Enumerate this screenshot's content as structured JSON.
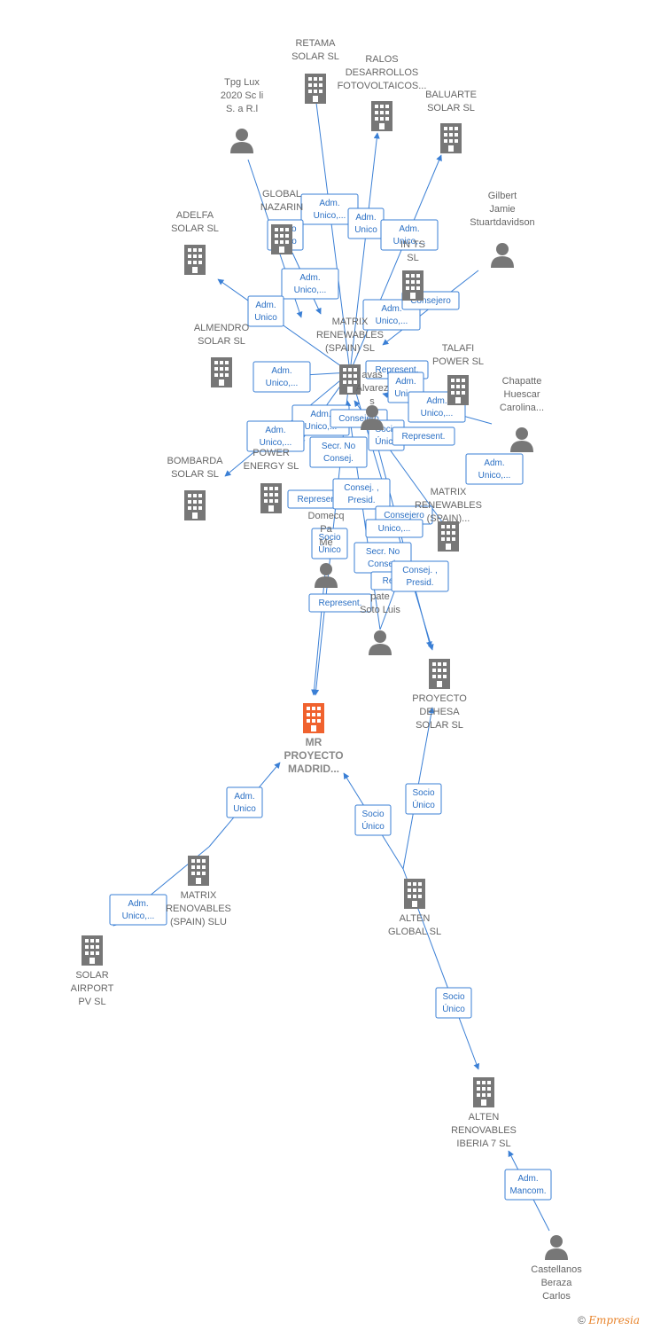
{
  "colors": {
    "edge": "#3a7fd5",
    "company": "#777777",
    "main_company": "#f0622e",
    "person": "#777777"
  },
  "nodes": [
    {
      "id": "retama",
      "type": "company",
      "lines": [
        "RETAMA",
        "SOLAR  SL"
      ]
    },
    {
      "id": "ralos",
      "type": "company",
      "lines": [
        "RALOS",
        "DESARROLLOS",
        "FOTOVOLTAICOS..."
      ]
    },
    {
      "id": "baluarte",
      "type": "company",
      "lines": [
        "BALUARTE",
        "SOLAR  SL"
      ]
    },
    {
      "id": "tpg",
      "type": "person",
      "lines": [
        "Tpg Lux",
        "2020 Sc li",
        "S. a R.l"
      ]
    },
    {
      "id": "gilbert",
      "type": "person",
      "lines": [
        "Gilbert",
        "Jamie",
        "Stuartdavidson"
      ]
    },
    {
      "id": "adelfa",
      "type": "company",
      "lines": [
        "ADELFA",
        "SOLAR  SL"
      ]
    },
    {
      "id": "global_nazarin",
      "type": "company",
      "lines": [
        "GLOBAL",
        "NAZARIN"
      ]
    },
    {
      "id": "invest",
      "type": "company",
      "lines": [
        "IN          TS",
        "SL"
      ]
    },
    {
      "id": "matrix_main",
      "type": "company",
      "lines": [
        "MATRIX",
        "RENEWABLES",
        "(SPAIN)  SL"
      ]
    },
    {
      "id": "almendro",
      "type": "company",
      "lines": [
        "ALMENDRO",
        "SOLAR  SL"
      ]
    },
    {
      "id": "talafi",
      "type": "company",
      "lines": [
        "TALAFI",
        "POWER  SL"
      ]
    },
    {
      "id": "chapatte",
      "type": "person",
      "lines": [
        "Chapatte",
        "Huescar",
        "Carolina..."
      ]
    },
    {
      "id": "bombarda",
      "type": "company",
      "lines": [
        "BOMBARDA",
        "SOLAR  SL"
      ]
    },
    {
      "id": "power_energy",
      "type": "company",
      "lines": [
        "POWER",
        "ENERGY  SL"
      ]
    },
    {
      "id": "navas",
      "type": "person",
      "lines": [
        "avas",
        "Alvarez",
        "s"
      ]
    },
    {
      "id": "matrix_spain2",
      "type": "company",
      "lines": [
        "MATRIX",
        "RENEWABLES",
        "(SPAIN)..."
      ]
    },
    {
      "id": "domecq",
      "type": "person",
      "lines": [
        "Domecq",
        "Pa",
        "Me"
      ]
    },
    {
      "id": "soto",
      "type": "person",
      "lines": [
        "pate",
        "Soto Luis"
      ]
    },
    {
      "id": "dehesa",
      "type": "company",
      "lines": [
        "PROYECTO",
        "DEHESA",
        "SOLAR  SL"
      ]
    },
    {
      "id": "mr_madrid",
      "type": "main",
      "lines": [
        "MR",
        "PROYECTO",
        "MADRID..."
      ]
    },
    {
      "id": "matrix_slu",
      "type": "company",
      "lines": [
        "MATRIX",
        "RENOVABLES",
        "(SPAIN) SLU"
      ]
    },
    {
      "id": "alten_global",
      "type": "company",
      "lines": [
        "ALTEN",
        "GLOBAL  SL"
      ]
    },
    {
      "id": "solar_airport",
      "type": "company",
      "lines": [
        "SOLAR",
        "AIRPORT",
        "PV  SL"
      ]
    },
    {
      "id": "alten_iberia",
      "type": "company",
      "lines": [
        "ALTEN",
        "RENOVABLES",
        "IBERIA 7  SL"
      ]
    },
    {
      "id": "castellanos",
      "type": "person",
      "lines": [
        "Castellanos",
        "Beraza",
        "Carlos"
      ]
    }
  ],
  "edge_labels": [
    {
      "id": "el1",
      "lines": [
        "Adm.",
        "Unico,..."
      ]
    },
    {
      "id": "el2",
      "lines": [
        "Adm.",
        "Unico"
      ]
    },
    {
      "id": "el3",
      "lines": [
        "Socio",
        "Único"
      ]
    },
    {
      "id": "el4",
      "lines": [
        "Adm.",
        "Unico,..."
      ]
    },
    {
      "id": "el5",
      "lines": [
        "Adm.",
        "Unico"
      ]
    },
    {
      "id": "el6",
      "lines": [
        "Adm.",
        "Unico,..."
      ]
    },
    {
      "id": "el7",
      "lines": [
        "Adm.",
        "Unico,..."
      ]
    },
    {
      "id": "el8",
      "lines": [
        "Consejero"
      ]
    },
    {
      "id": "el9",
      "lines": [
        "Adm.",
        "Unico,..."
      ]
    },
    {
      "id": "el10",
      "lines": [
        "Represent."
      ]
    },
    {
      "id": "el11",
      "lines": [
        "Adm.",
        "Unico"
      ]
    },
    {
      "id": "el12",
      "lines": [
        "Adm.",
        "Unico,..."
      ]
    },
    {
      "id": "el13",
      "lines": [
        "Adm.",
        "Unico,..."
      ]
    },
    {
      "id": "el14",
      "lines": [
        "Consejero"
      ]
    },
    {
      "id": "el15",
      "lines": [
        "Adm.",
        "Unico,..."
      ]
    },
    {
      "id": "el16",
      "lines": [
        "Socio",
        "Único"
      ]
    },
    {
      "id": "el17",
      "lines": [
        "Represent."
      ]
    },
    {
      "id": "el18",
      "lines": [
        "Secr.  No",
        "Consej."
      ]
    },
    {
      "id": "el19",
      "lines": [
        "Adm.",
        "Unico,..."
      ]
    },
    {
      "id": "el20",
      "lines": [
        "Represent."
      ]
    },
    {
      "id": "el21",
      "lines": [
        "Consej. ,",
        "Presid."
      ]
    },
    {
      "id": "el22",
      "lines": [
        "Consejero"
      ]
    },
    {
      "id": "el23",
      "lines": [
        "Unico,..."
      ]
    },
    {
      "id": "el24",
      "lines": [
        "Socio",
        "Único"
      ]
    },
    {
      "id": "el25",
      "lines": [
        "Secr.  No",
        "Consej."
      ]
    },
    {
      "id": "el26",
      "lines": [
        "Re"
      ]
    },
    {
      "id": "el27",
      "lines": [
        "Consej. ,",
        "Presid."
      ]
    },
    {
      "id": "el28",
      "lines": [
        "Represent."
      ]
    },
    {
      "id": "el29",
      "lines": [
        "Adm.",
        "Unico"
      ]
    },
    {
      "id": "el30",
      "lines": [
        "Socio",
        "Único"
      ]
    },
    {
      "id": "el31",
      "lines": [
        "Socio",
        "Único"
      ]
    },
    {
      "id": "el32",
      "lines": [
        "Adm.",
        "Unico,..."
      ]
    },
    {
      "id": "el33",
      "lines": [
        "Socio",
        "Único"
      ]
    },
    {
      "id": "el34",
      "lines": [
        "Adm.",
        "Mancom."
      ]
    }
  ],
  "footer": {
    "copyright": "©",
    "brand": "Empresia"
  }
}
